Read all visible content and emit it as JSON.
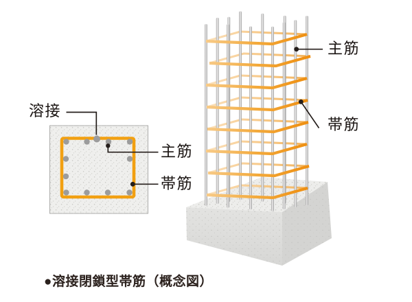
{
  "figure": {
    "caption": "●溶接閉鎖型帯筋（概念図）",
    "cross_section_view": {
      "weld_label": "溶接",
      "main_bar_label": "主筋",
      "hoop_label": "帯筋"
    },
    "column_view": {
      "main_bar_label": "主筋",
      "hoop_label": "帯筋",
      "hoop_count": 8,
      "main_bar_count": 12
    },
    "colors": {
      "hoop_orange": "#F2A011",
      "hoop_orange_light": "#FAD9A4",
      "hoop_orange_deep": "#EE8E10",
      "rebar_gray": "#B5B5B5",
      "concrete_fill": "#EFEFED",
      "footing_front": "#DEDEDC",
      "footing_side": "#D4D4D2",
      "pointer_black": "#251E1B"
    }
  }
}
